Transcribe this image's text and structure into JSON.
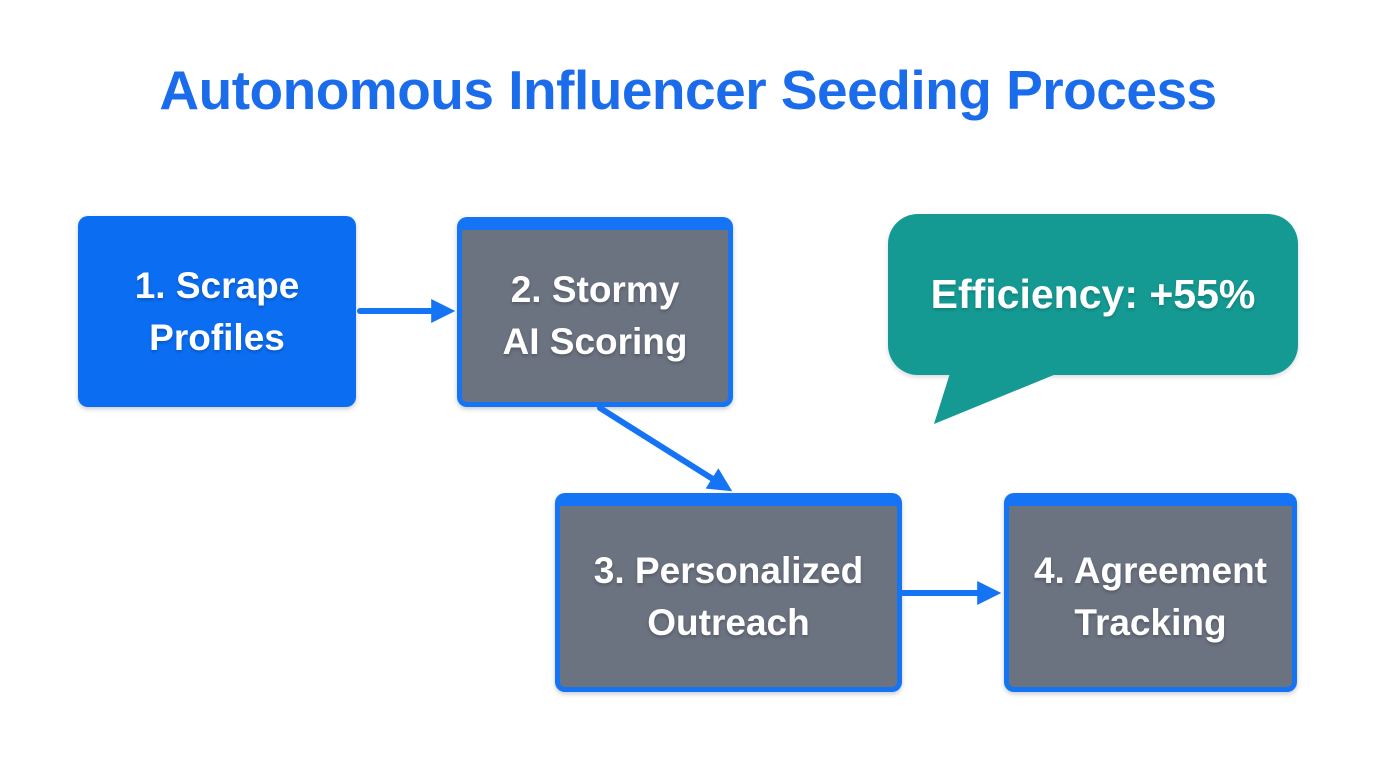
{
  "title": "Autonomous Influencer Seeding Process",
  "steps": [
    {
      "id": 1,
      "label": "1. Scrape\nProfiles",
      "style": "blue"
    },
    {
      "id": 2,
      "label": "2. Stormy\nAI Scoring",
      "style": "gray"
    },
    {
      "id": 3,
      "label": "3. Personalized\nOutreach",
      "style": "gray"
    },
    {
      "id": 4,
      "label": "4. Agreement\nTracking",
      "style": "gray"
    }
  ],
  "callout": {
    "label": "Efficiency: +55%"
  },
  "connectors": [
    {
      "from": "step-1",
      "to": "step-2"
    },
    {
      "from": "step-2",
      "to": "step-3"
    },
    {
      "from": "step-3",
      "to": "step-4"
    }
  ],
  "colors": {
    "title_blue": "#1b6ceb",
    "box_blue": "#0b6ef2",
    "border_blue": "#1474f4",
    "box_gray": "#6b7280",
    "bubble_teal": "#149a93",
    "text_white": "#ffffff"
  }
}
